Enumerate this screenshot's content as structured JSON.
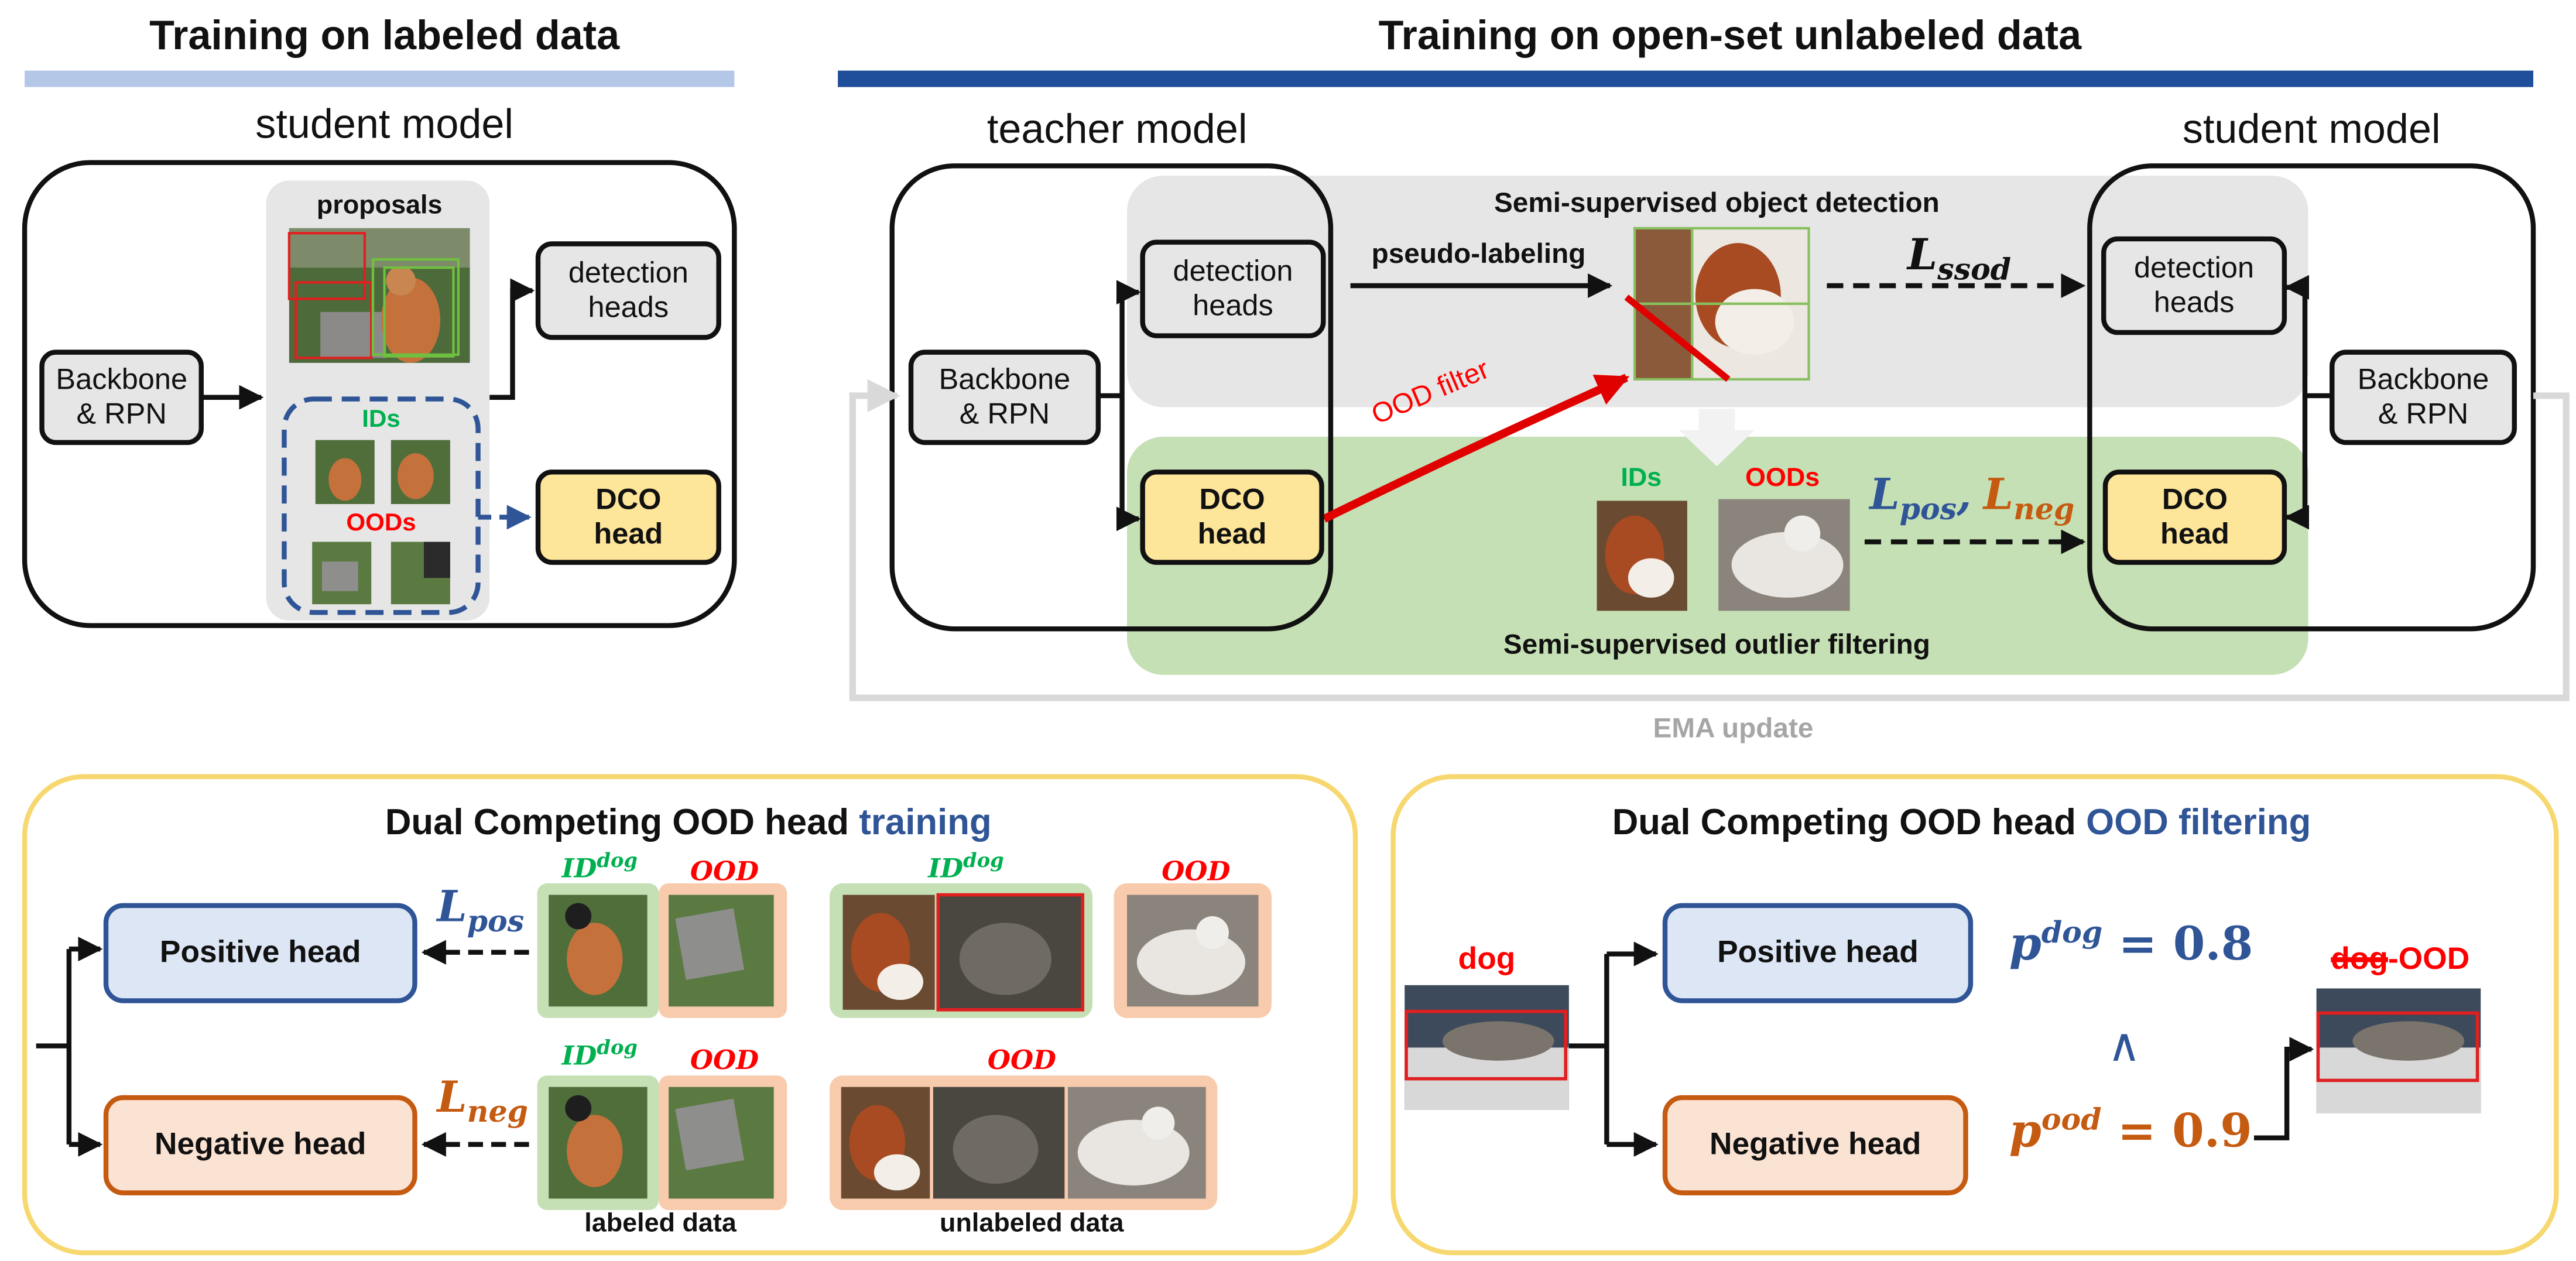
{
  "sections": {
    "labeled_title": "Training on labeled data",
    "unlabeled_title": "Training on open-set unlabeled data"
  },
  "left_panel": {
    "model_label": "student model",
    "backbone": "Backbone & RPN",
    "proposals": "proposals",
    "ids": "IDs",
    "oods": "OODs",
    "detection_heads": "detection heads",
    "dco_head": "DCO head"
  },
  "right_panel": {
    "teacher_label": "teacher model",
    "student_label": "student model",
    "backbone_teacher": "Backbone & RPN",
    "backbone_student": "Backbone & RPN",
    "detection_heads_teacher": "detection heads",
    "detection_heads_student": "detection heads",
    "dco_head_teacher": "DCO head",
    "dco_head_student": "DCO head",
    "ssod_title": "Semi-supervised object detection",
    "pseudo_labeling": "pseudo-labeling",
    "l_ssod_main": "L",
    "l_ssod_sub": "ssod",
    "ood_filter": "OOD filter",
    "ids": "IDs",
    "oods": "OODs",
    "l_pos_main": "L",
    "l_pos_sub": "pos",
    "comma": ",",
    "l_neg_main": "L",
    "l_neg_sub": "neg",
    "outlier_title": "Semi-supervised outlier filtering",
    "ema_update": "EMA update"
  },
  "training_panel": {
    "title_black": "Dual Competing OOD head ",
    "title_blue": "training",
    "positive_head": "Positive head",
    "negative_head": "Negative head",
    "l_pos_main": "L",
    "l_pos_sub": "pos",
    "l_neg_main": "L",
    "l_neg_sub": "neg",
    "id_main": "ID",
    "id_sup": "dog",
    "ood": "OOD",
    "labeled_data": "labeled data",
    "unlabeled_data": "unlabeled data"
  },
  "filtering_panel": {
    "title_black": "Dual Competing OOD head ",
    "title_blue": "OOD filtering",
    "dog_label": "dog",
    "positive_head": "Positive head",
    "negative_head": "Negative head",
    "p_dog_main": "p",
    "p_dog_sup": "dog",
    "p_dog_value": " = 0.8",
    "and_symbol": "∧",
    "p_ood_main": "p",
    "p_ood_sup": "ood",
    "p_ood_value": " = 0.9",
    "result_struck": "dog",
    "result_new": "-OOD"
  },
  "colors": {
    "light_blue_bar": "#b4c7e7",
    "dark_blue_bar": "#1f4e9a",
    "id_green": "#00b050",
    "ood_red": "#ff0000",
    "pos_blue": "#2f5597",
    "neg_orange": "#c55a11",
    "panel_gold": "#f7d870",
    "green_region": "#c5e0b4",
    "gray_region": "#e6e6e6"
  }
}
